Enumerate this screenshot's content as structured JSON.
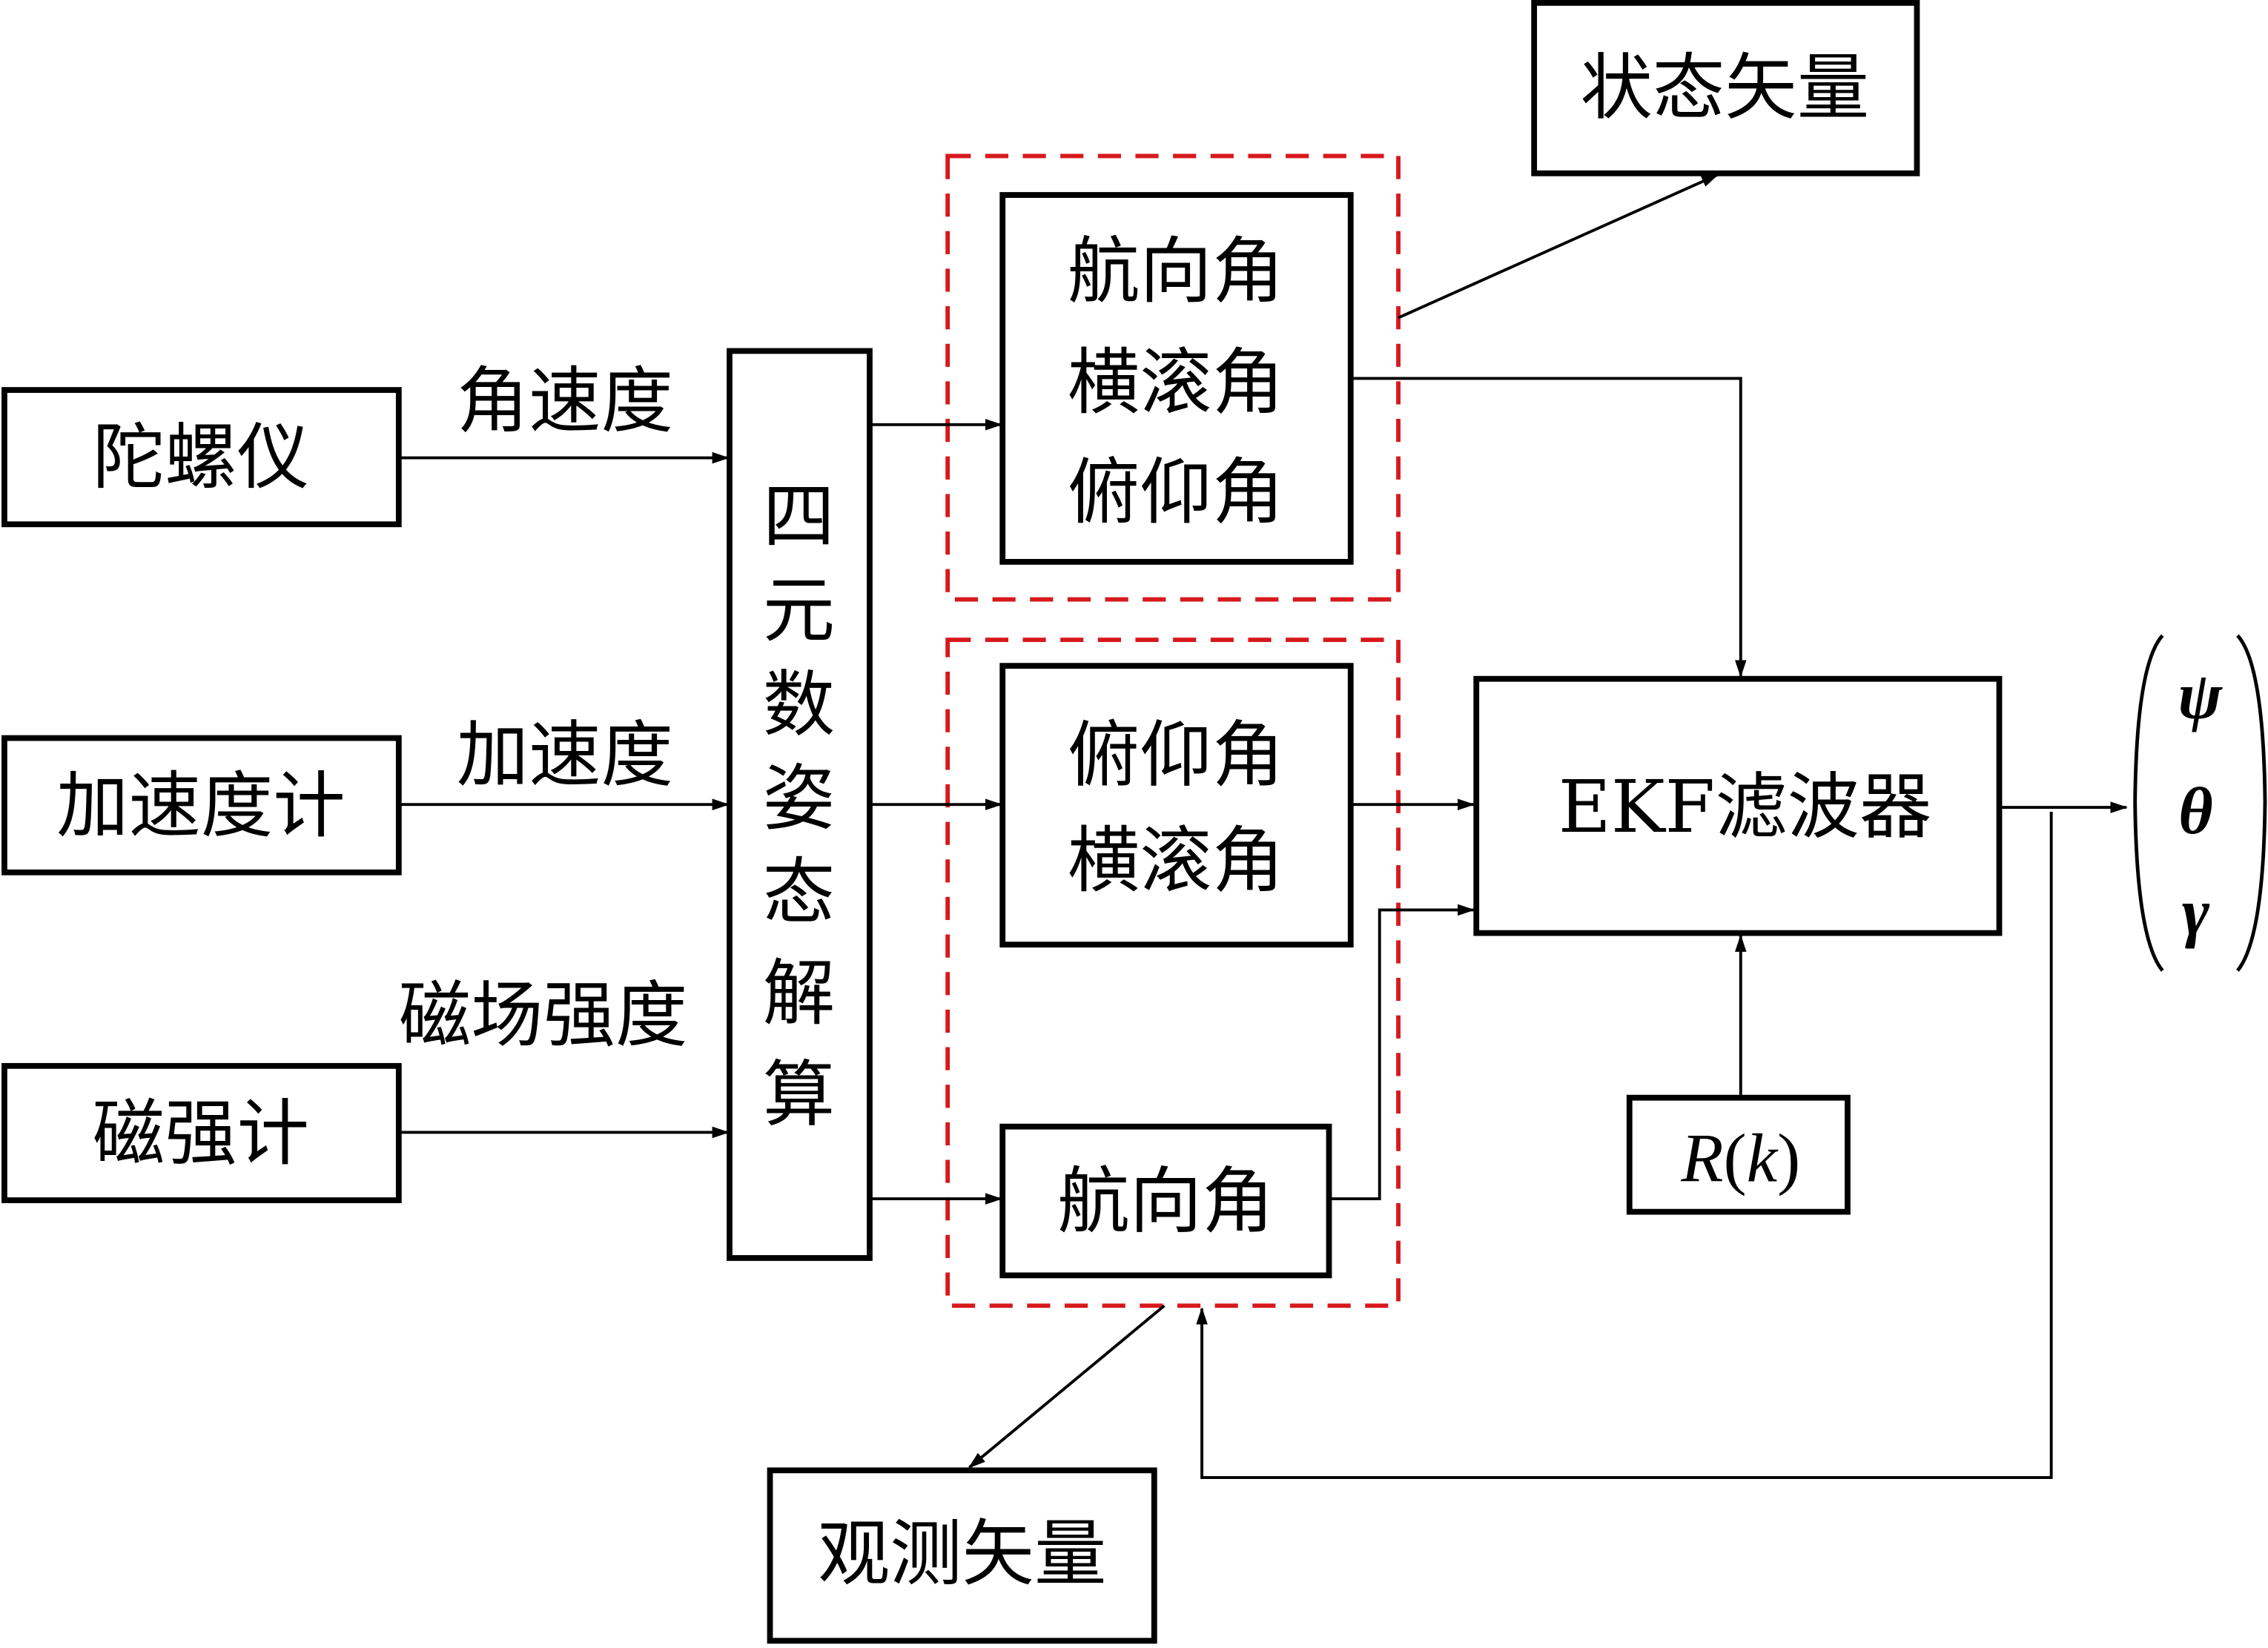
{
  "diagram": {
    "sensors": [
      {
        "id": "gyro",
        "label": "陀螺仪",
        "signal": "角速度"
      },
      {
        "id": "accel",
        "label": "加速度计",
        "signal": "加速度"
      },
      {
        "id": "mag",
        "label": "磁强计",
        "signal": "磁场强度"
      }
    ],
    "solver": {
      "label": "四元数姿态解算",
      "chars": [
        "四",
        "元",
        "数",
        "姿",
        "态",
        "解",
        "算"
      ]
    },
    "state_group": {
      "lines": [
        "航向角",
        "横滚角",
        "俯仰角"
      ]
    },
    "obs_group": {
      "top_lines": [
        "俯仰角",
        "横滚角"
      ],
      "bottom": "航向角"
    },
    "state_vector": "状态矢量",
    "observation_vector": "观测矢量",
    "ekf": "EKF滤波器",
    "noise": "R(k)",
    "noise_parts": {
      "R": "R",
      "open": "(",
      "k": "k",
      "close": ")"
    },
    "outputs": [
      "ψ",
      "θ",
      "γ"
    ],
    "colors": {
      "dashed_group": "#d7191c",
      "line": "#000000"
    }
  }
}
